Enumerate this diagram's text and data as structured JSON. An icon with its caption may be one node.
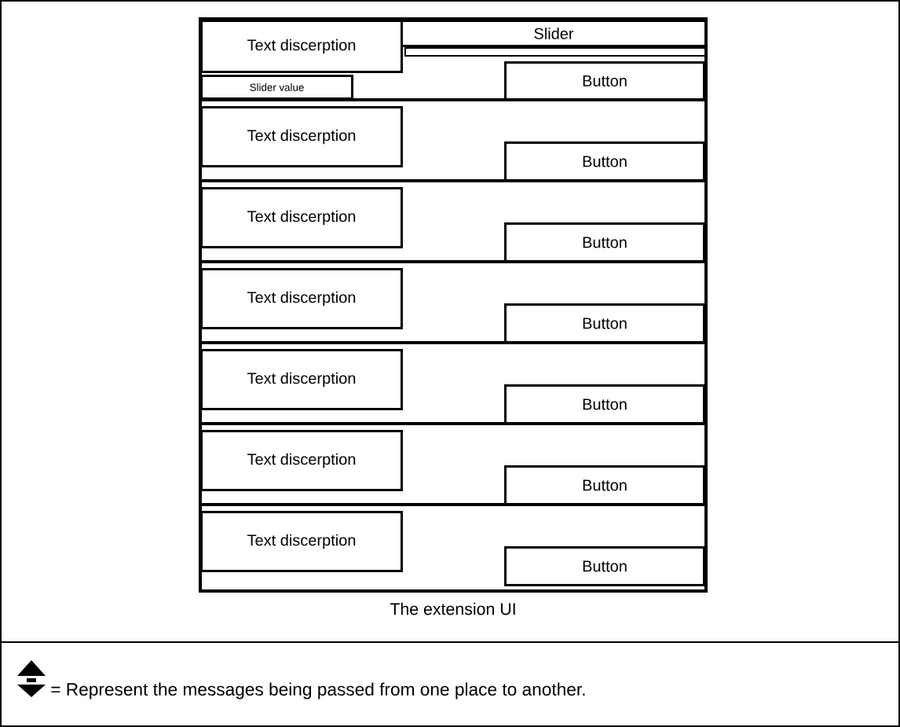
{
  "diagram": {
    "nodes": [
      {
        "text": [
          "The extension UI"
        ]
      },
      {
        "text": [
          "Text discerption"
        ],
        "in": 0
      },
      {
        "text": [
          "Slider"
        ],
        "in": 0
      },
      {
        "text": [],
        "shape": "bar",
        "in": 0
      },
      {
        "text": [
          "Slider value"
        ],
        "in": 0
      },
      {
        "text": [
          "Button"
        ],
        "in": 0
      },
      {
        "text": [
          "Text discerption"
        ],
        "in": 0
      },
      {
        "text": [
          "Button"
        ],
        "in": 0
      },
      {
        "text": [
          "Text discerption"
        ],
        "in": 0
      },
      {
        "text": [
          "Button"
        ],
        "in": 0
      },
      {
        "text": [
          "Text discerption"
        ],
        "in": 0
      },
      {
        "text": [
          "Button"
        ],
        "in": 0
      },
      {
        "text": [
          "Text discerption"
        ],
        "in": 0
      },
      {
        "text": [
          "Button"
        ],
        "in": 0
      },
      {
        "text": [
          "Text discerption"
        ],
        "in": 0
      },
      {
        "text": [
          "Button"
        ],
        "in": 0
      },
      {
        "text": [
          "Text discerption"
        ],
        "in": 0
      },
      {
        "text": [
          "Button"
        ],
        "in": 0
      }
    ],
    "legend": [
      {
        "text": "= Represent the messages being passed from one place to another."
      }
    ]
  }
}
